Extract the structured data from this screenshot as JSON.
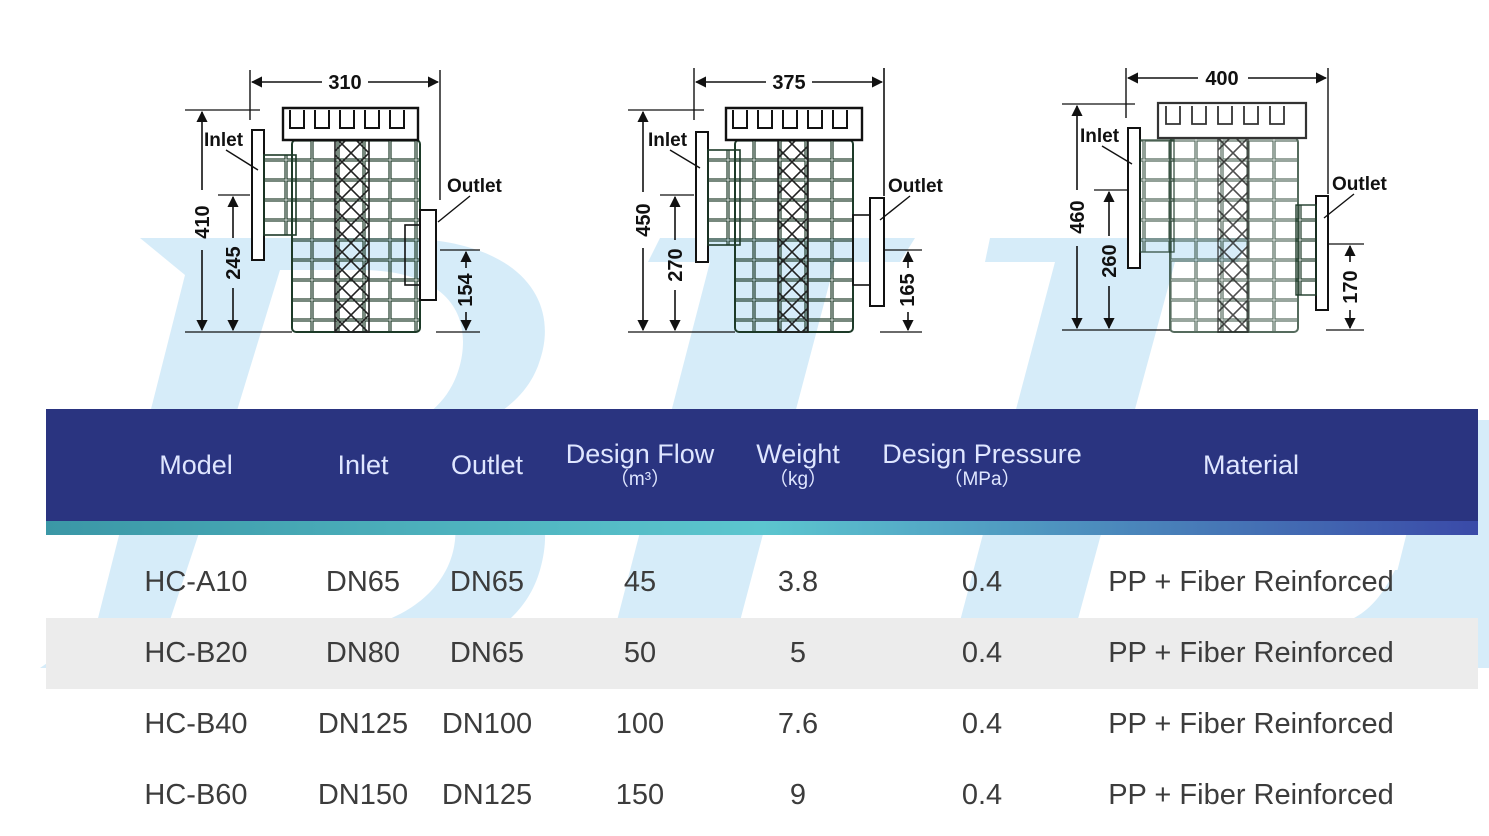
{
  "drawings": [
    {
      "name": "hc-a10-drawing",
      "width": "310",
      "height_total": "410",
      "inlet_height": "245",
      "outlet_height": "154",
      "inlet_label": "Inlet",
      "outlet_label": "Outlet"
    },
    {
      "name": "hc-b20-drawing",
      "width": "375",
      "height_total": "450",
      "inlet_height": "270",
      "outlet_height": "165",
      "inlet_label": "Inlet",
      "outlet_label": "Outlet"
    },
    {
      "name": "hc-b60-drawing",
      "width": "400",
      "height_total": "460",
      "inlet_height": "260",
      "outlet_height": "170",
      "inlet_label": "Inlet",
      "outlet_label": "Outlet"
    }
  ],
  "table": {
    "headers": {
      "model": "Model",
      "inlet": "Inlet",
      "outlet": "Outlet",
      "flow": "Design Flow",
      "flow_unit": "（m³）",
      "weight": "Weight",
      "weight_unit": "（kg）",
      "pressure": "Design Pressure",
      "pressure_unit": "（MPa）",
      "material": "Material"
    },
    "rows": [
      {
        "model": "HC-A10",
        "inlet": "DN65",
        "outlet": "DN65",
        "flow": "45",
        "weight": "3.8",
        "pressure": "0.4",
        "material": "PP + Fiber Reinforced"
      },
      {
        "model": "HC-B20",
        "inlet": "DN80",
        "outlet": "DN65",
        "flow": "50",
        "weight": "5",
        "pressure": "0.4",
        "material": "PP + Fiber Reinforced"
      },
      {
        "model": "HC-B40",
        "inlet": "DN125",
        "outlet": "DN100",
        "flow": "100",
        "weight": "7.6",
        "pressure": "0.4",
        "material": "PP + Fiber Reinforced"
      },
      {
        "model": "HC-B60",
        "inlet": "DN150",
        "outlet": "DN125",
        "flow": "150",
        "weight": "9",
        "pressure": "0.4",
        "material": "PP + Fiber Reinforced"
      }
    ]
  },
  "colors": {
    "header_bg": "#2a3480",
    "header_text": "#dfe6ff",
    "watermark": "#cfe9f8",
    "row_alt": "#ececec"
  }
}
